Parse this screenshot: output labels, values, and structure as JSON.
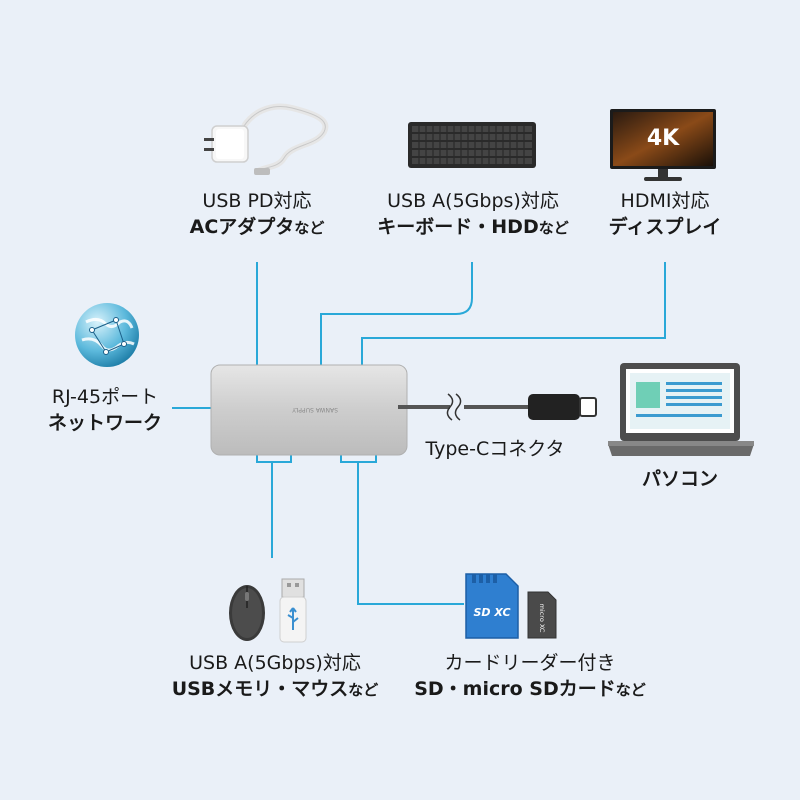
{
  "labels": {
    "pd": {
      "line1": "USB PD対応",
      "line2": "ACアダプタ",
      "line2_small": "など"
    },
    "usba_top": {
      "line1": "USB A(5Gbps)対応",
      "line2": "キーボード・HDD",
      "line2_small": "など"
    },
    "hdmi": {
      "line1": "HDMI対応",
      "line2": "ディスプレイ"
    },
    "rj45": {
      "line1": "RJ-45ポート",
      "line2": "ネットワーク"
    },
    "typec": {
      "line1": "Type-Cコネクタ"
    },
    "pc": {
      "line2": "パソコン"
    },
    "usba_bottom": {
      "line1": "USB A(5Gbps)対応",
      "line2": "USBメモリ・マウス",
      "line2_small": "など"
    },
    "card": {
      "line1": "カードリーダー付き",
      "line2": "SD・micro SDカード",
      "line2_small": "など"
    }
  },
  "hub_brand": "SANWA SUPPLY",
  "monitor_text": "4K",
  "sd_text": "SD XC",
  "microsd_text": "micro XC",
  "colors": {
    "line": "#29a8d8",
    "bg": "#eaf0f8"
  }
}
